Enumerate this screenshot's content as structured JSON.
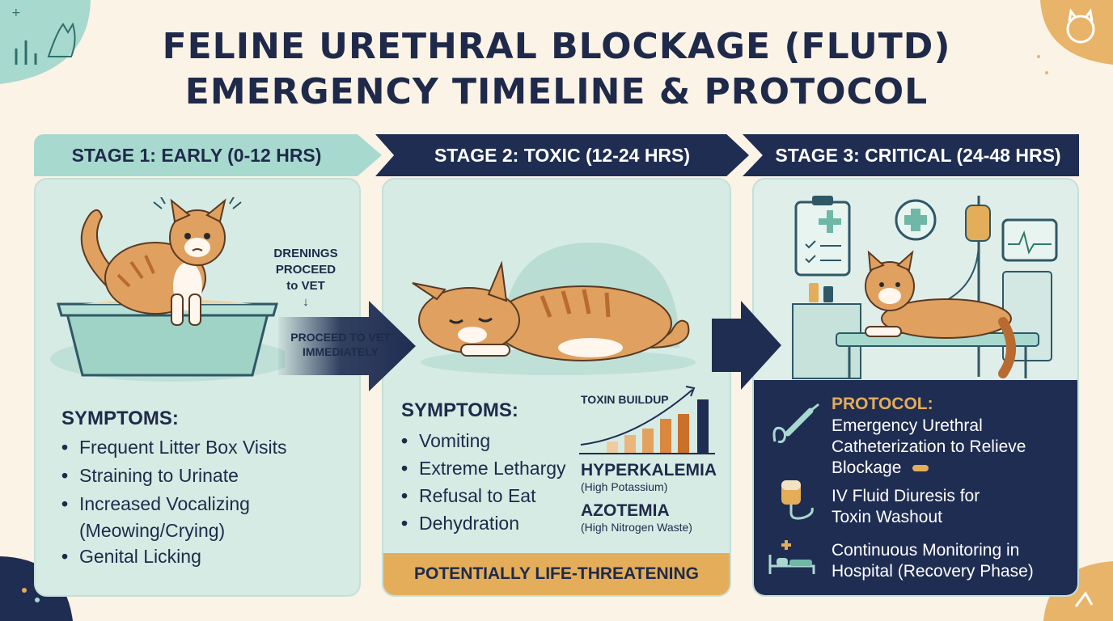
{
  "title": {
    "line1": "FELINE URETHRAL BLOCKAGE (FLUTD)",
    "line2": "EMERGENCY TIMELINE & PROTOCOL"
  },
  "stages": [
    {
      "label": "STAGE 1: EARLY (0-12 HRS)"
    },
    {
      "label": "STAGE 2: TOXIC (12-24 HRS)"
    },
    {
      "label": "STAGE 3: CRITICAL (24-48 HRS)"
    }
  ],
  "stage1": {
    "symptoms_title": "SYMPTOMS:",
    "symptoms": [
      "Frequent Litter Box Visits",
      "Straining to Urinate",
      "Increased Vocalizing",
      "(Meowing/Crying)",
      "Genital Licking"
    ]
  },
  "arrow1": {
    "top_note_line1": "DRENINGS",
    "top_note_line2": "PROCEED",
    "top_note_line3": "to VET",
    "down_arrow": "↓",
    "arrow_text_line1": "PROCEED TO VET",
    "arrow_text_line2": "IMMEDIATELY"
  },
  "stage2": {
    "symptoms_title": "SYMPTOMS:",
    "symptoms": [
      "Vomiting",
      "Extreme Lethargy",
      "Refusal to Eat",
      "Dehydration"
    ],
    "chart_label": "TOXIN BUILDUP",
    "conditions": [
      {
        "name": "HYPERKALEMIA",
        "detail": "(High Potassium)"
      },
      {
        "name": "AZOTEMIA",
        "detail": "(High Nitrogen Waste)"
      }
    ],
    "warning": "POTENTIALLY LIFE-THREATENING"
  },
  "stage3": {
    "protocol_title": "PROTOCOL:",
    "protocol_items": [
      {
        "line1": "Emergency Urethral",
        "line2": "Catheterization to Relieve",
        "line3": "Blockage",
        "icon": "catheter-icon"
      },
      {
        "line1": "IV Fluid Diuresis for",
        "line2": "Toxin Washout",
        "icon": "iv-bag-icon"
      },
      {
        "line1": "Continuous Monitoring in",
        "line2": "Hospital (Recovery Phase)",
        "icon": "hospital-bed-icon"
      }
    ]
  },
  "colors": {
    "navy": "#1f2d52",
    "mint": "#a8d9cf",
    "panel": "#d6ebe4",
    "amber": "#e3ad5a",
    "cat_orange": "#e0a060",
    "background": "#fbf3e6"
  }
}
